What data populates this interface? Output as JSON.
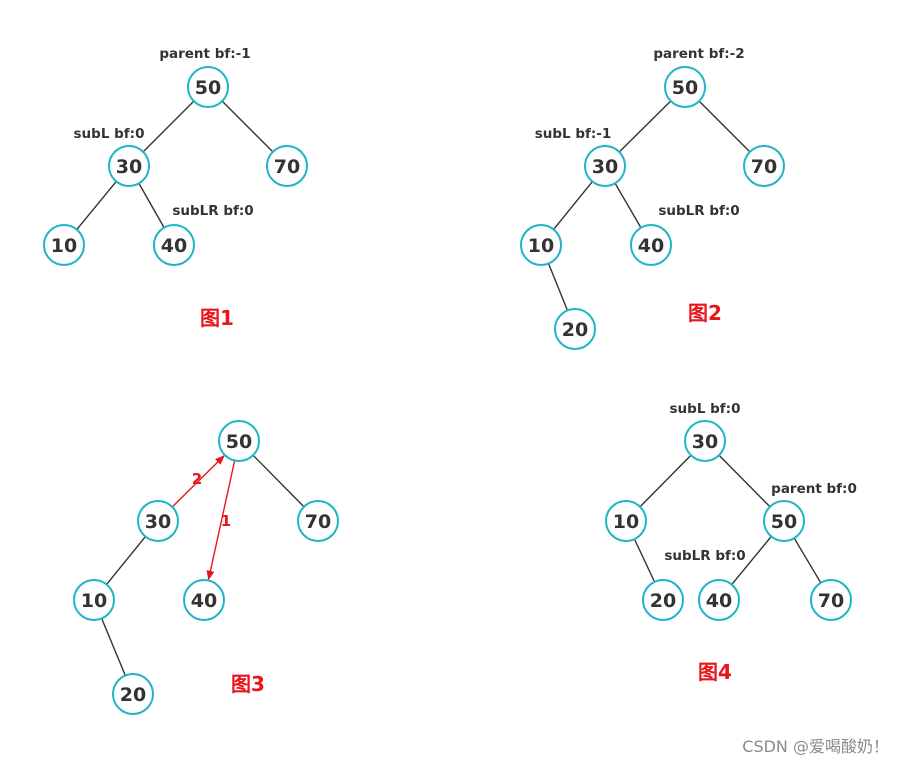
{
  "colors": {
    "node_stroke": "#1fb4c8",
    "edge": "#333333",
    "text": "#333333",
    "highlight": "#e8151b",
    "watermark": "#8a8a8a"
  },
  "figures": [
    {
      "caption": "图1",
      "nodes": [
        {
          "id": "n50",
          "label": "50"
        },
        {
          "id": "n30",
          "label": "30"
        },
        {
          "id": "n70",
          "label": "70"
        },
        {
          "id": "n10",
          "label": "10"
        },
        {
          "id": "n40",
          "label": "40"
        }
      ],
      "edges": [
        [
          "n50",
          "n30"
        ],
        [
          "n50",
          "n70"
        ],
        [
          "n30",
          "n10"
        ],
        [
          "n30",
          "n40"
        ]
      ],
      "annotations": [
        {
          "id": "parent",
          "text": "parent bf:-1"
        },
        {
          "id": "subL",
          "text": "subL bf:0"
        },
        {
          "id": "subLR",
          "text": "subLR bf:0"
        }
      ],
      "arrows": []
    },
    {
      "caption": "图2",
      "nodes": [
        {
          "id": "n50",
          "label": "50"
        },
        {
          "id": "n30",
          "label": "30"
        },
        {
          "id": "n70",
          "label": "70"
        },
        {
          "id": "n10",
          "label": "10"
        },
        {
          "id": "n40",
          "label": "40"
        },
        {
          "id": "n20",
          "label": "20"
        }
      ],
      "edges": [
        [
          "n50",
          "n30"
        ],
        [
          "n50",
          "n70"
        ],
        [
          "n30",
          "n10"
        ],
        [
          "n30",
          "n40"
        ],
        [
          "n10",
          "n20"
        ]
      ],
      "annotations": [
        {
          "id": "parent",
          "text": "parent bf:-2"
        },
        {
          "id": "subL",
          "text": "subL bf:-1"
        },
        {
          "id": "subLR",
          "text": "subLR bf:0"
        }
      ],
      "arrows": []
    },
    {
      "caption": "图3",
      "nodes": [
        {
          "id": "n50",
          "label": "50"
        },
        {
          "id": "n30",
          "label": "30"
        },
        {
          "id": "n70",
          "label": "70"
        },
        {
          "id": "n10",
          "label": "10"
        },
        {
          "id": "n40",
          "label": "40"
        },
        {
          "id": "n20",
          "label": "20"
        }
      ],
      "edges": [
        [
          "n50",
          "n70"
        ],
        [
          "n30",
          "n10"
        ],
        [
          "n10",
          "n20"
        ]
      ],
      "annotations": [],
      "arrows": [
        {
          "id": "a2",
          "from": "n30",
          "to": "n50",
          "label": "2"
        },
        {
          "id": "a1",
          "from": "n50",
          "to": "n40",
          "label": "1"
        }
      ]
    },
    {
      "caption": "图4",
      "nodes": [
        {
          "id": "n30",
          "label": "30"
        },
        {
          "id": "n10",
          "label": "10"
        },
        {
          "id": "n50",
          "label": "50"
        },
        {
          "id": "n20",
          "label": "20"
        },
        {
          "id": "n40",
          "label": "40"
        },
        {
          "id": "n70",
          "label": "70"
        }
      ],
      "edges": [
        [
          "n30",
          "n10"
        ],
        [
          "n30",
          "n50"
        ],
        [
          "n10",
          "n20"
        ],
        [
          "n50",
          "n40"
        ],
        [
          "n50",
          "n70"
        ]
      ],
      "annotations": [
        {
          "id": "subL",
          "text": "subL bf:0"
        },
        {
          "id": "parent",
          "text": "parent bf:0"
        },
        {
          "id": "subLR",
          "text": "subLR bf:0"
        }
      ],
      "arrows": []
    }
  ],
  "watermark": "CSDN @爱喝酸奶！"
}
